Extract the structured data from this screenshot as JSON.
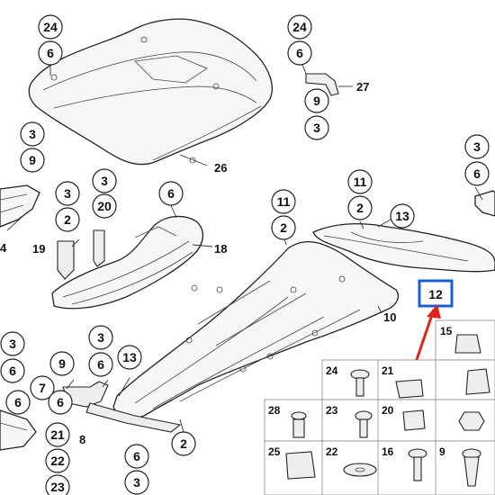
{
  "diagram": {
    "callouts": {
      "top_left_24": "24",
      "top_left_6": "6",
      "top_mid_24": "24",
      "top_mid_6": "6",
      "top_mid_9": "9",
      "top_mid_3": "3",
      "left_3a": "3",
      "left_9": "9",
      "left_3b": "3",
      "lb_3": "3",
      "lb_20": "20",
      "lb_2": "2",
      "lb_6": "6",
      "c_11a": "11",
      "c_2a": "2",
      "c_11b": "11",
      "c_2b": "2",
      "c_13": "13",
      "r_3": "3",
      "r_6": "6",
      "bl_3": "3",
      "bl_6": "6",
      "bl_6b": "6",
      "bl_9": "9",
      "bl_7": "7",
      "bl_6c": "6",
      "bl_13": "13",
      "bl_3b": "3",
      "bl_21": "21",
      "bl_22": "22",
      "bl_23": "23",
      "b_6": "6",
      "b_3": "3",
      "b_2": "2"
    },
    "labels": {
      "l27": "27",
      "l26": "26",
      "l19": "19",
      "l18": "18",
      "l4": "4",
      "l10": "10",
      "l8": "8",
      "highlight": "12"
    },
    "table": {
      "cells": [
        "15",
        "24",
        "21",
        "28",
        "23",
        "20",
        "25",
        "22",
        "16",
        "9"
      ]
    },
    "colors": {
      "highlight": "#1a5fd0",
      "arrow": "#e0241b"
    }
  }
}
